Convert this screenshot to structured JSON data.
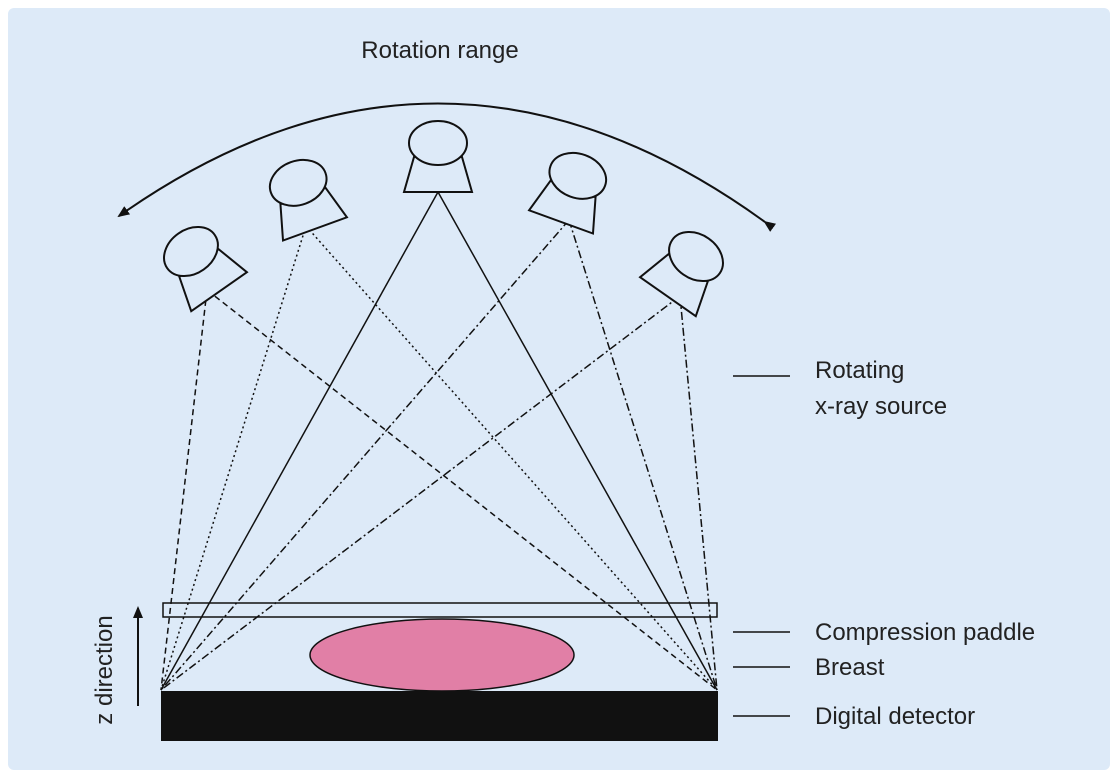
{
  "colors": {
    "background": "#ddeaf8",
    "breast_fill": "#e17fa6",
    "detector": "#111111",
    "line": "#111111"
  },
  "labels": {
    "rotation_range": "Rotation range",
    "source_line1": "Rotating",
    "source_line2": "x-ray source",
    "compression_paddle": "Compression paddle",
    "breast": "Breast",
    "digital_detector": "Digital detector",
    "z_direction": "z direction"
  },
  "icons": [
    "x-ray-tube-icon",
    "rotation-arrow-icon",
    "z-direction-arrow-icon"
  ]
}
